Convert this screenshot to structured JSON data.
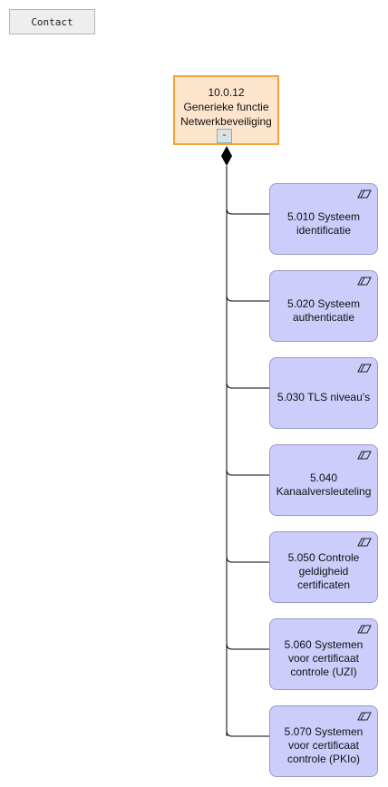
{
  "contact_button": {
    "label": "Contact"
  },
  "root": {
    "code": "10.0.12",
    "line1": "Generieke functie",
    "line2": "Netwerkbeveiliging",
    "collapse_symbol": "-",
    "fill": "#fde4cc",
    "border": "#f2a43c"
  },
  "children_style": {
    "fill": "#cccdfb",
    "border": "#9a9ac2",
    "icon": "parallelogram-icon"
  },
  "children": [
    {
      "label": "5.010 Systeem identificatie"
    },
    {
      "label": "5.020 Systeem authenticatie"
    },
    {
      "label": "5.030 TLS niveau's"
    },
    {
      "label": "5.040 Kanaalversleuteling"
    },
    {
      "label": "5.050 Controle geldigheid certificaten"
    },
    {
      "label": "5.060 Systemen voor certificaat controle (UZI)"
    },
    {
      "label": "5.070 Systemen voor certificaat controle (PKIo)"
    }
  ]
}
